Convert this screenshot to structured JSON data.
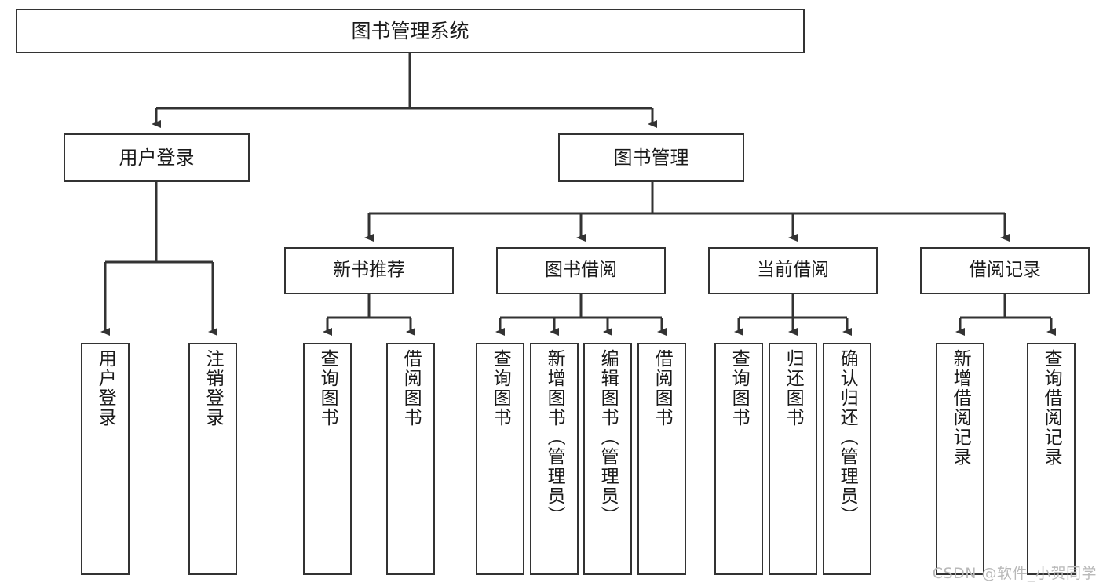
{
  "diagram": {
    "title": "图书管理系统",
    "watermark": "CSDN @软件_小贺同学",
    "colors": {
      "border": "#333333",
      "background": "#ffffff",
      "text": "#1a1a1a",
      "watermark": "#b9b9b9"
    },
    "root": {
      "label": "图书管理系统"
    },
    "level1": [
      {
        "label": "用户登录"
      },
      {
        "label": "图书管理"
      }
    ],
    "level2": [
      {
        "label": "新书推荐"
      },
      {
        "label": "图书借阅"
      },
      {
        "label": "当前借阅"
      },
      {
        "label": "借阅记录"
      }
    ],
    "leaves": [
      {
        "label": "用户登录"
      },
      {
        "label": "注销登录"
      },
      {
        "label": "查询图书"
      },
      {
        "label": "借阅图书"
      },
      {
        "label": "查询图书"
      },
      {
        "label": "新增图书（管理员）"
      },
      {
        "label": "编辑图书（管理员）"
      },
      {
        "label": "借阅图书"
      },
      {
        "label": "查询图书"
      },
      {
        "label": "归还图书"
      },
      {
        "label": "确认归还（管理员）"
      },
      {
        "label": "新增借阅记录"
      },
      {
        "label": "查询借阅记录"
      }
    ]
  }
}
